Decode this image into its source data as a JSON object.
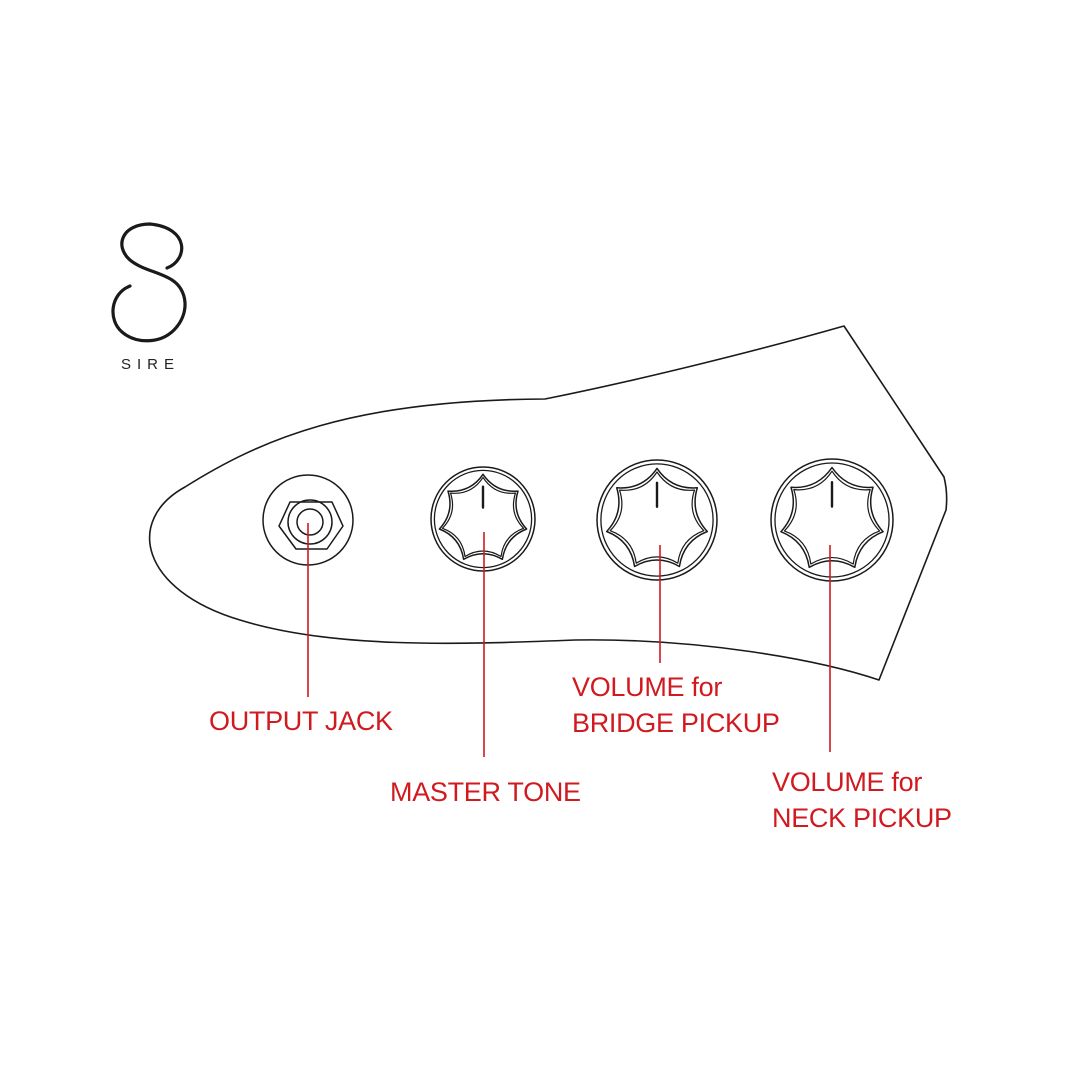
{
  "brand": {
    "logo_icon": "sire-s-logo-icon",
    "name": "SIRE"
  },
  "colors": {
    "outline": "#1a1a1a",
    "callout": "#d01a20",
    "background": "#ffffff"
  },
  "callouts": {
    "output_jack": {
      "lines": [
        "OUTPUT JACK"
      ]
    },
    "master_tone": {
      "lines": [
        "MASTER TONE"
      ]
    },
    "volume_bridge": {
      "lines": [
        "VOLUME for",
        "BRIDGE PICKUP"
      ]
    },
    "volume_neck": {
      "lines": [
        "VOLUME for",
        "NECK PICKUP"
      ]
    }
  }
}
